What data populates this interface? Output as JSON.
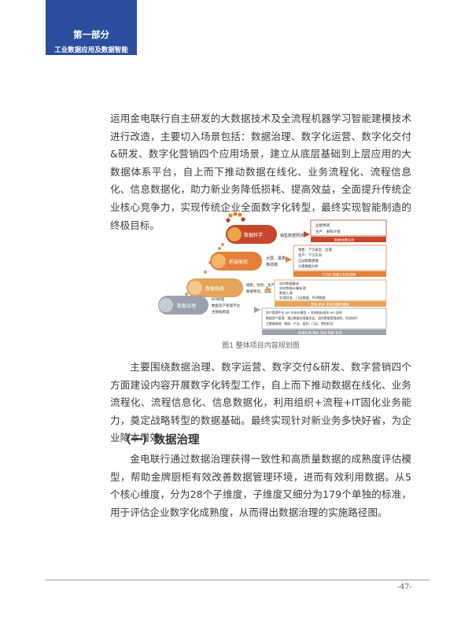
{
  "header": {
    "part": "第一部分",
    "subtitle": "工业数据应用及数据智能"
  },
  "paragraph1": "运用金电联行自主研发的大数据技术及全流程机器学习智能建模技术进行改造，主要切入场景包括：数据治理、数字化运营、数字化交付&研发、数字化营销四个应用场景，建立从底层基础到上层应用的大数据体系平台，自上而下推动数据在线化、业务流程化、流程信息化、信息数据化，助力新业务降低损耗、提高效益，全面提升传统企业核心竞争力，实现传统企业全面数字化转型，最终实现智能制造的终极目标。",
  "figure": {
    "levels": [
      {
        "label": "数据科学",
        "items": [
          "销售数据预测"
        ]
      },
      {
        "label": "前端展现",
        "items": [
          "大屏、报表",
          "移动端"
        ]
      },
      {
        "label": "数据底座",
        "items": [
          "销售、财务、生产",
          "数据物流、汇集、存储"
        ]
      },
      {
        "label": "数据治理",
        "items": [
          "KPI梳理",
          "数据资产管理平台",
          "主数据梳理"
        ]
      }
    ],
    "right_boxes": [
      {
        "lines": [
          "业绩预测",
          "生产、采购计划"
        ],
        "tag": "数据场景应用"
      },
      {
        "lines": [
          "销售：下沉省区、区域",
          "生产：下沉车间",
          "自动取数建模",
          "沙盘数据分析"
        ],
        "tag": "下沉的 数据分析和洞察"
      },
      {
        "lines": [
          "实时数据集成",
          "实时数据计算处理",
          "数据入湖",
          "实现财务、门店数据、PLM数据"
        ],
        "tag": "更快 更多 更高质量数据集"
      },
      {
        "lines": [
          "资产管理平台 KPI 年份价模型 + 系统指标体系 KPI 说明",
          "数据资产管理：通过数据治理委员会，组合数据管理流程，形成闭环",
          "主数据梳理：物料、产品、组织、门店、费用科目"
        ],
        "tag": "数据价值 指标 流程 数据 标准"
      }
    ],
    "caption": "图1 整体项目内容规划图"
  },
  "paragraph2": "主要围绕数据治理、数字运营、数字交付&研发、数字营销四个方面建设内容开展数字化转型工作，自上而下推动数据在线化、业务流程化、流程信息化、信息数据化，利用组织+流程+IT固化业务能力，奠定战略转型的数据基础。最终实现针对新业务多快好省，为企业降本增效。",
  "section_heading": "（一）数据治理",
  "paragraph3": "金电联行通过数据治理获得一致性和高质量数据的成熟度评估模型，帮助金牌厨柜有效改善数据管理环境，进而有效利用数据。从5个核心维度，分为28个子维度，子维度又细分为179个单独的标准，用于评估企业数字化成熟度，从而得出数据治理的实施路径图。",
  "footer": {
    "page_number": "-47-"
  },
  "colors": {
    "tab_blue": "#2b4f9e",
    "accent_red": "#c0392b",
    "accent_orange": "#e67e22"
  }
}
